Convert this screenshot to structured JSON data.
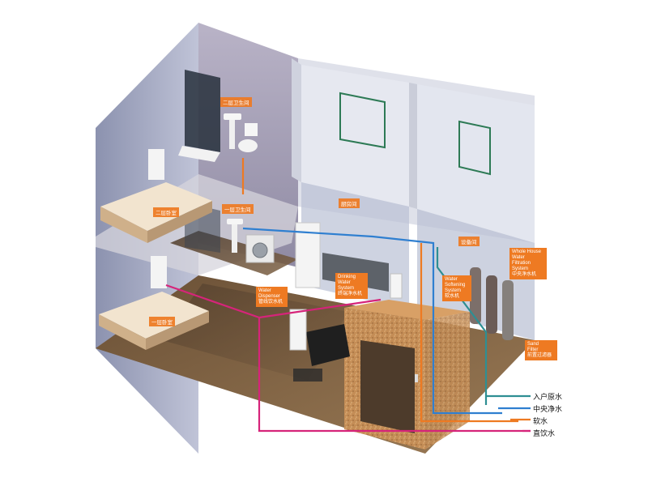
{
  "rooms": {
    "upper_bath": "二层卫生间",
    "lower_bath": "一层卫生间",
    "upper_bedroom": "二层卧室",
    "lower_bedroom": "一层卧室",
    "kitchen": "厨房间",
    "equipment": "设备间"
  },
  "devices": {
    "whole_house": "Whole House\nWater Filtration\nSystem\n中央净水机",
    "drinking": "Drinking\nWater\nSystem\n终端净水机",
    "softener": "Water\nSoftening\nSystem\n软水机",
    "dispenser": "Water\nDispenser\n管线饮水机",
    "sand_filter": "Sand\nFilter\n前置过滤器"
  },
  "legend": [
    {
      "label": "入户原水",
      "color": "#2e8f93"
    },
    {
      "label": "中央净水",
      "color": "#2f7fd0"
    },
    {
      "label": "软水",
      "color": "#ee7a22"
    },
    {
      "label": "直饮水",
      "color": "#d6247a"
    }
  ]
}
